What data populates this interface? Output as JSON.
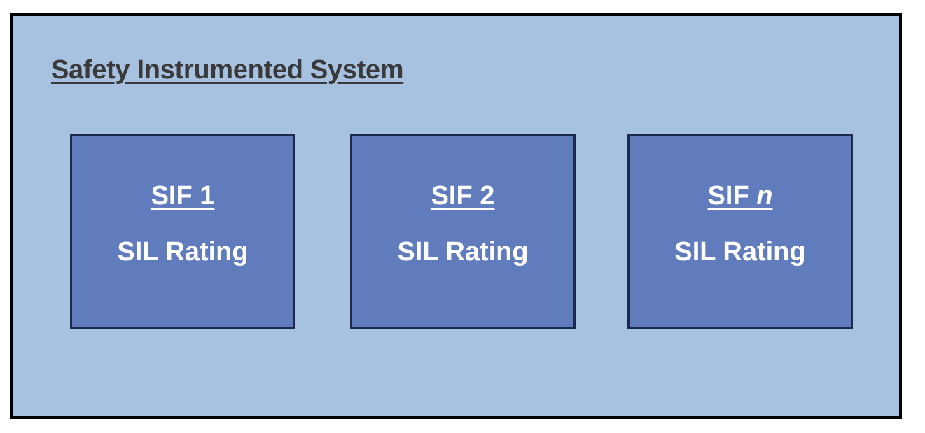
{
  "system": {
    "title": "Safety Instrumented System"
  },
  "functions": [
    {
      "prefix": "SIF ",
      "index": "1",
      "index_italic": false,
      "rating": "SIL Rating"
    },
    {
      "prefix": "SIF ",
      "index": "2",
      "index_italic": false,
      "rating": "SIL Rating"
    },
    {
      "prefix": "SIF ",
      "index": "n",
      "index_italic": true,
      "rating": "SIL Rating"
    }
  ],
  "colors": {
    "system_fill": "#a7c2e1",
    "system_border": "#000000",
    "box_fill": "#607cbc",
    "box_border": "#1b2a4c",
    "title_text": "#3a3a3a",
    "box_text": "#ffffff"
  }
}
